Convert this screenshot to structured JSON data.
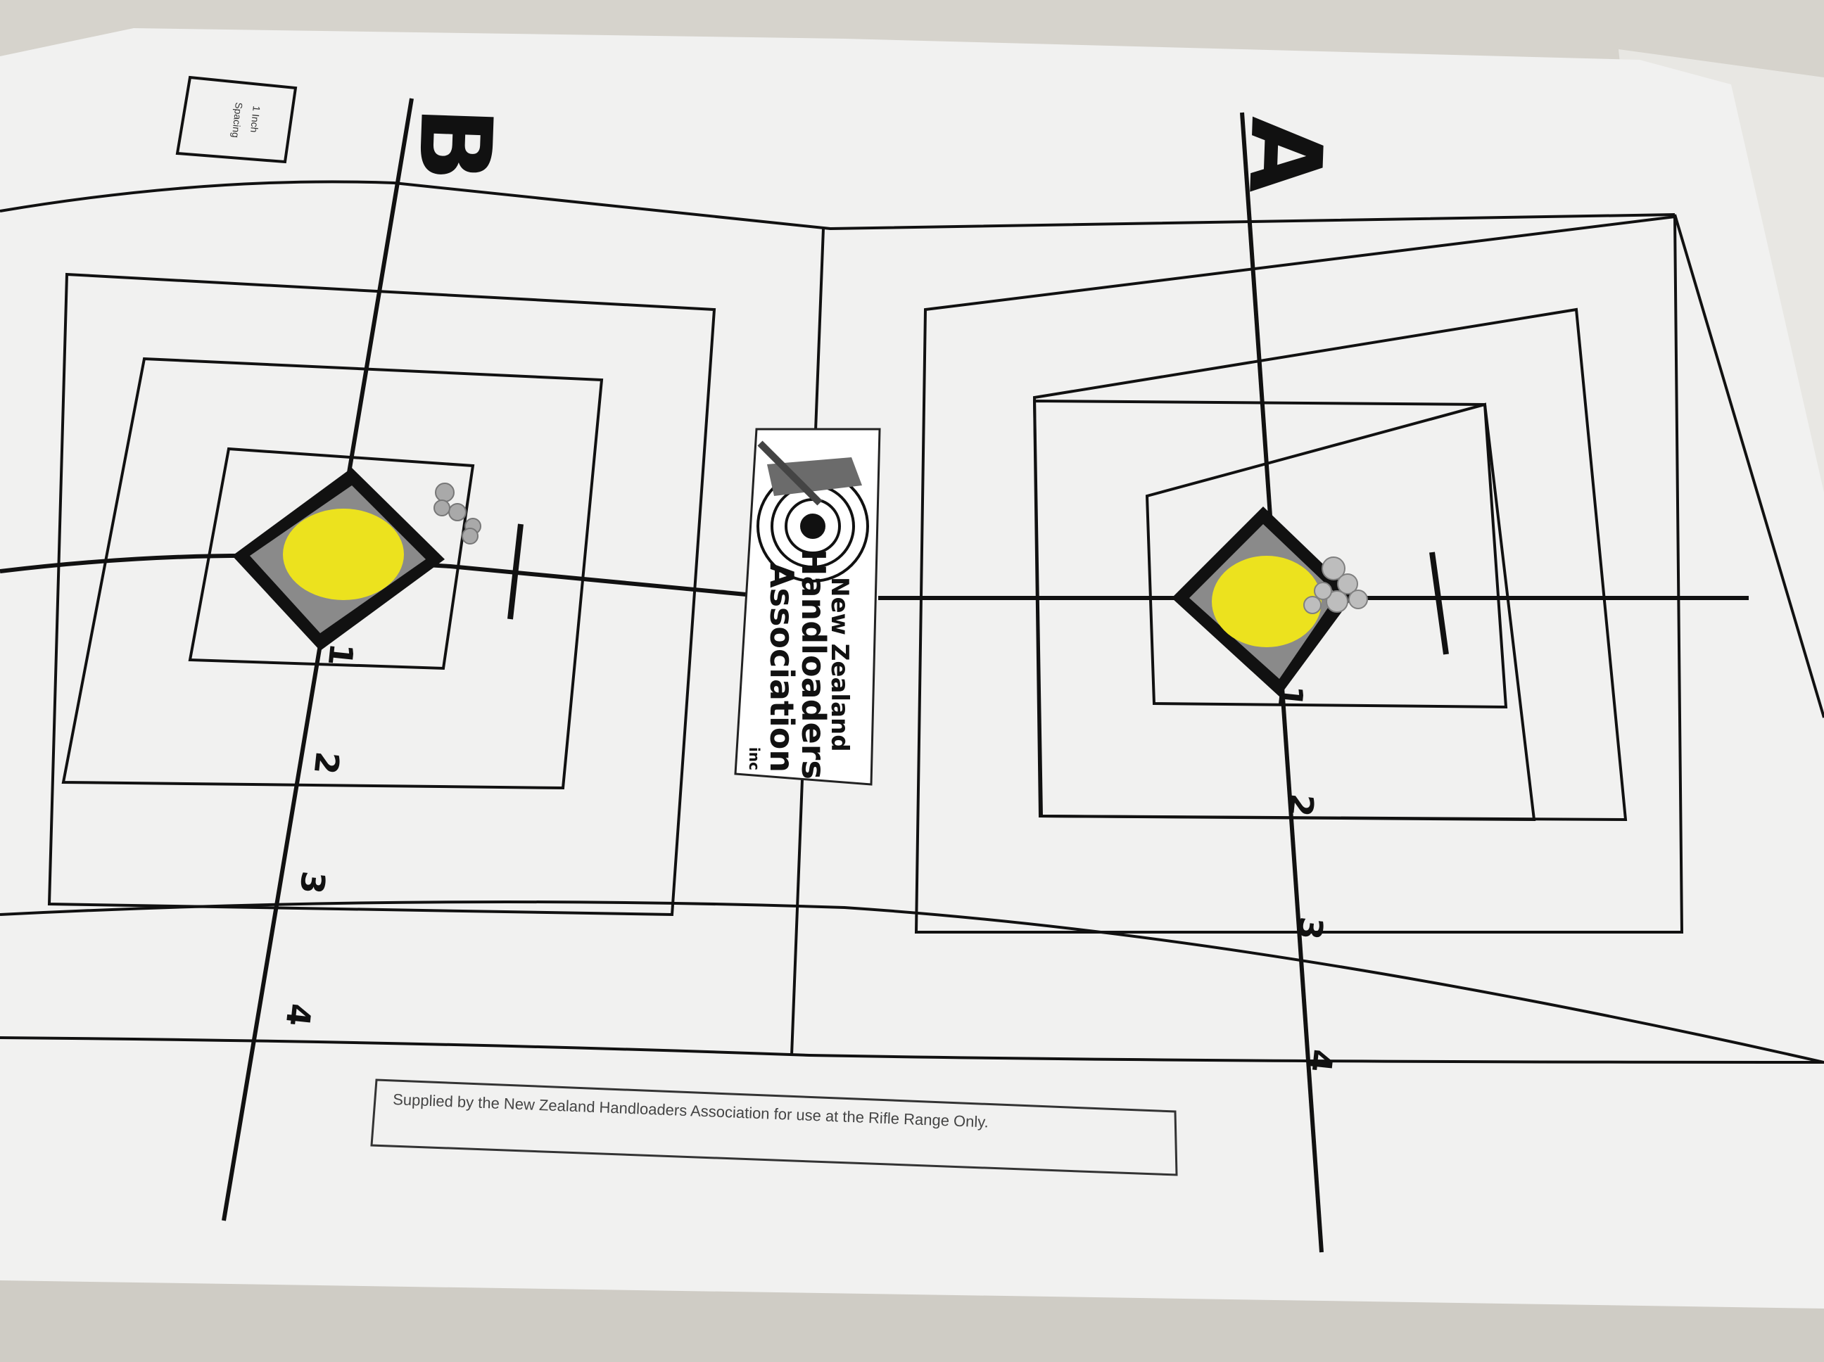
{
  "targets": [
    {
      "id": "A",
      "label": "A",
      "scale_marks": [
        "1",
        "2",
        "3",
        "4"
      ]
    },
    {
      "id": "B",
      "label": "B",
      "scale_marks": [
        "1",
        "2",
        "3",
        "4"
      ]
    }
  ],
  "spacing_box": {
    "line1": "1 Inch",
    "line2": "Spacing"
  },
  "logo": {
    "line1": "New Zealand",
    "line2": "Handloaders",
    "line3": "Association",
    "suffix": "inc"
  },
  "footer": {
    "text": "Supplied by the New Zealand Handloaders Association for use at the Rifle Range Only."
  },
  "colors": {
    "paper": "#f2f2f1",
    "ink": "#111111",
    "bullseye": "#ece21e",
    "diamond_fill": "#8a8a8a",
    "table": "#d9d6d0"
  }
}
